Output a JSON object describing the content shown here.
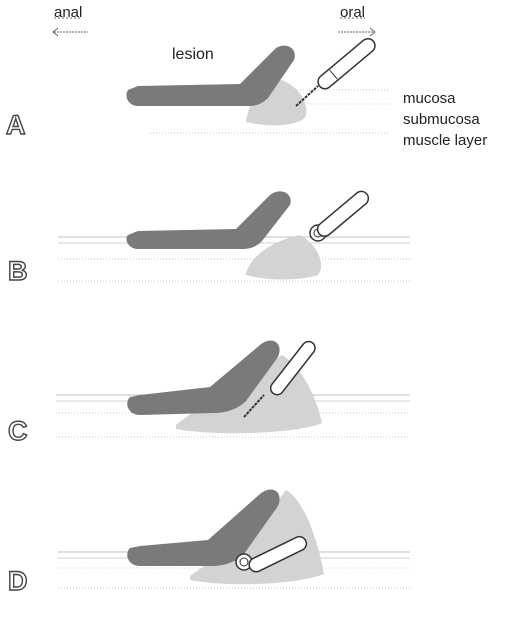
{
  "directions": {
    "left": "anal",
    "right": "oral"
  },
  "lesion_label": "lesion",
  "layers": [
    "mucosa",
    "submucosa",
    "muscle layer"
  ],
  "panels": [
    "A",
    "B",
    "C",
    "D"
  ],
  "colors": {
    "lesion": "#7a7a7a",
    "submucosa_fluid": "#cfcfcf",
    "layer_line": "#b8b8b8",
    "instrument": "#333333"
  }
}
